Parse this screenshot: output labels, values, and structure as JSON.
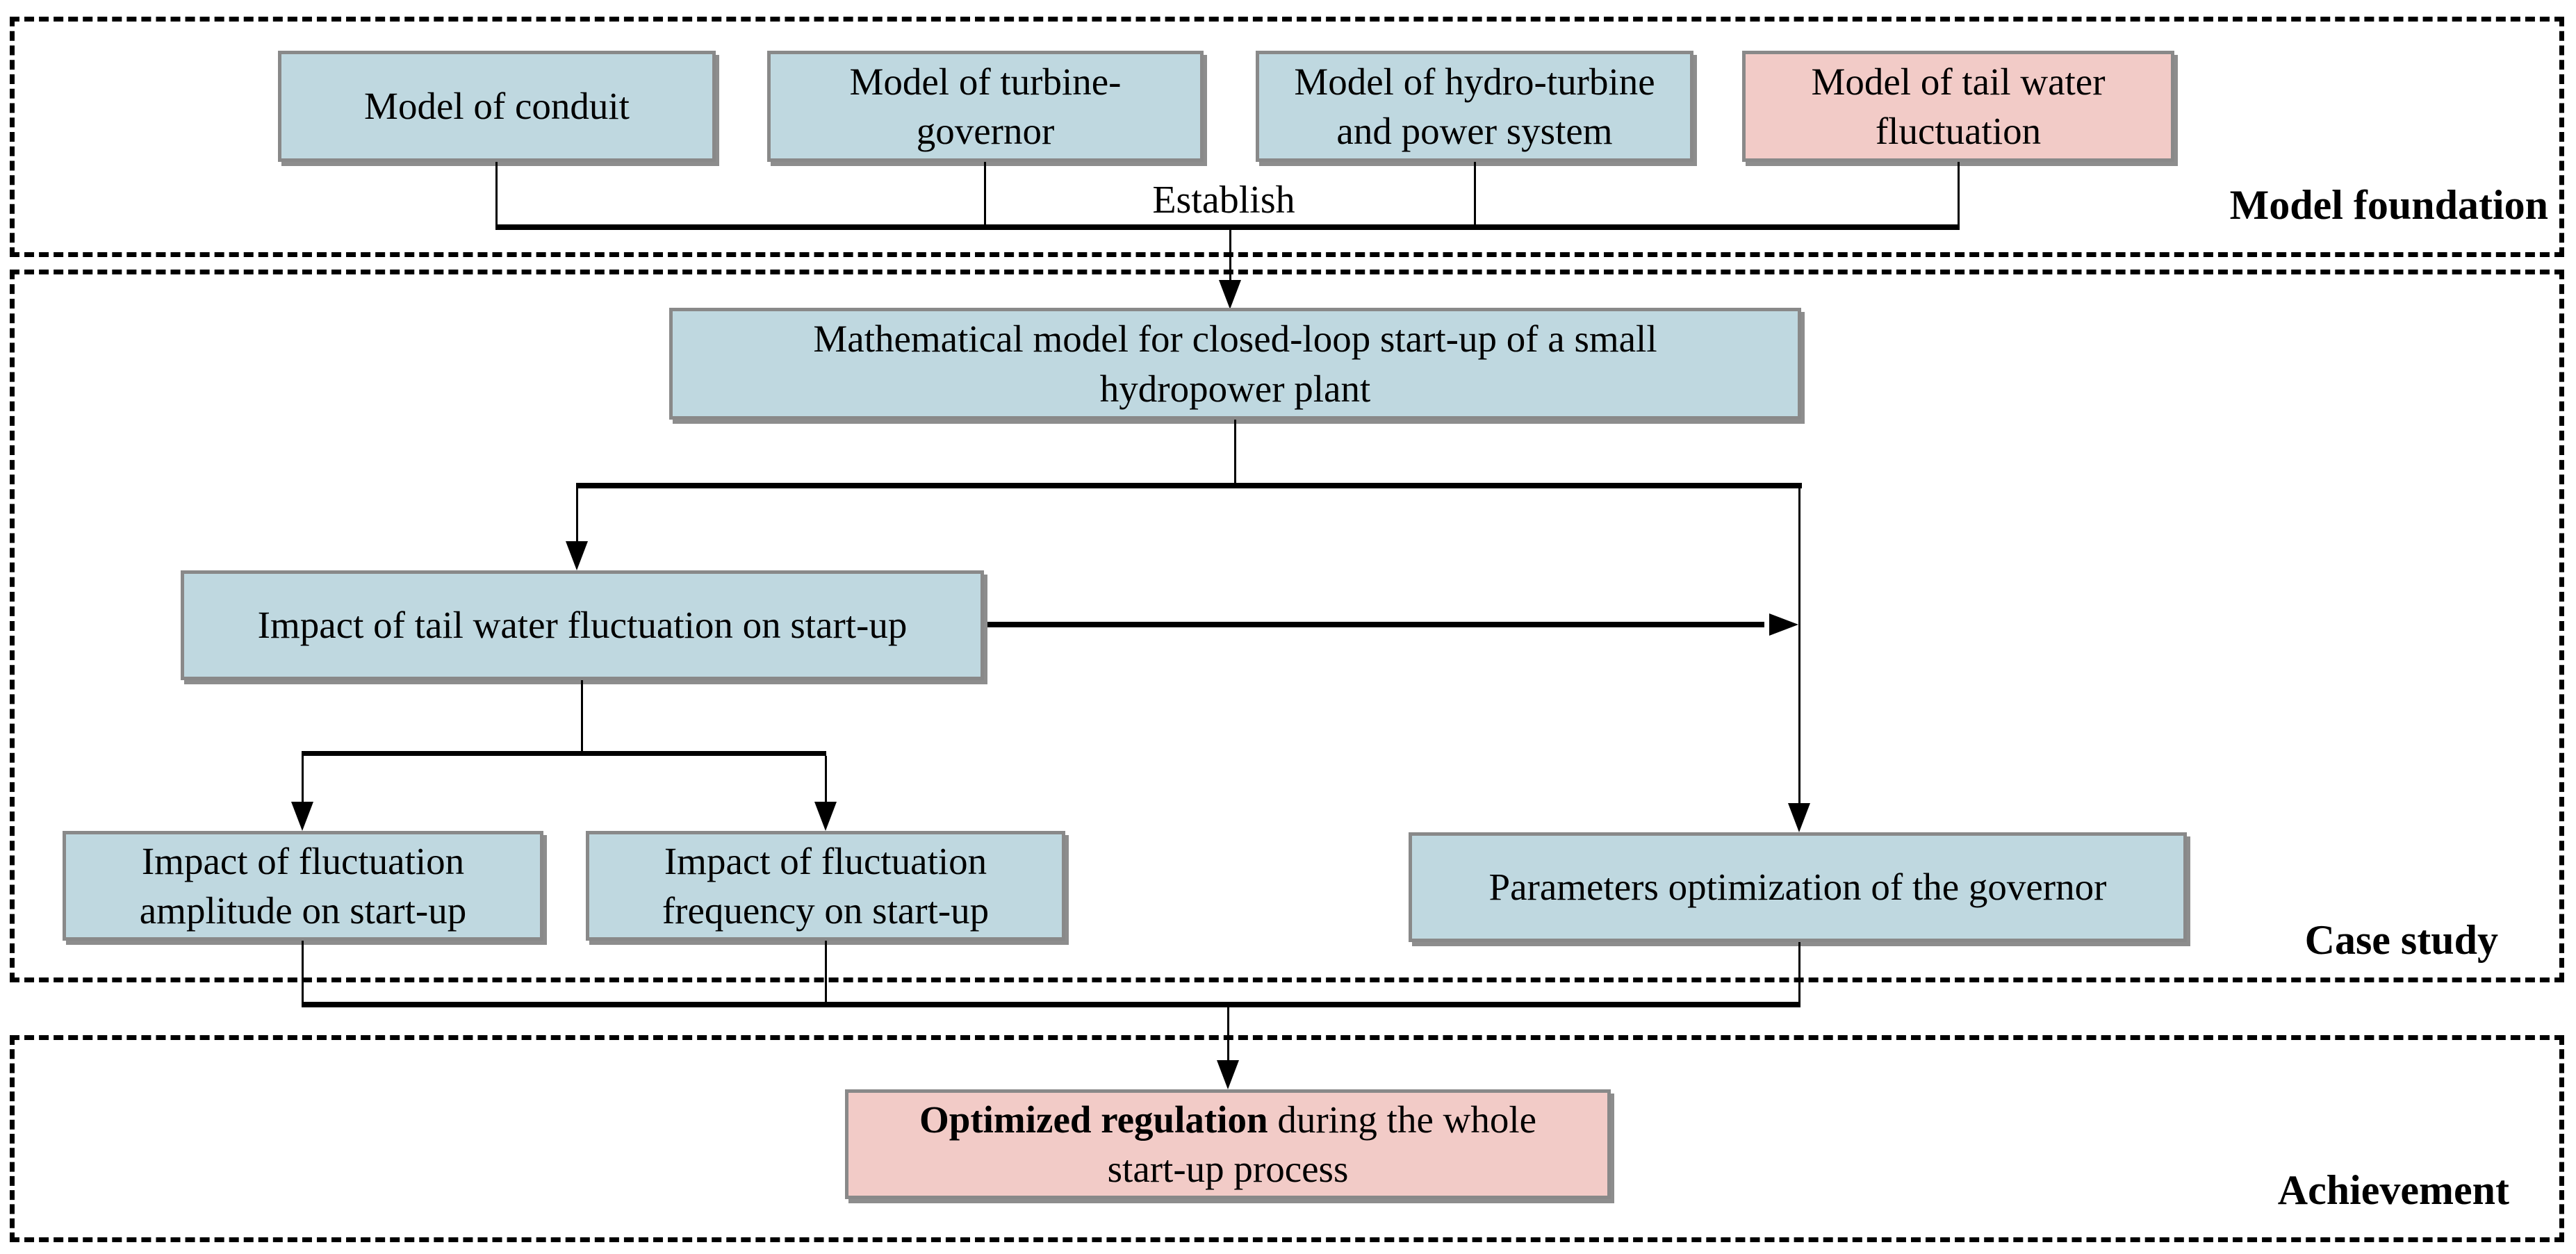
{
  "figure": {
    "type": "flowchart",
    "description": "Research framework flowchart for closed-loop start-up of a small hydropower plant"
  },
  "colors": {
    "model_box_fill": "#bfd8e0",
    "highlight_box_fill": "#f2cbc7",
    "box_border": "#898989",
    "connector": "#000000",
    "section_border": "#000000",
    "background": "#ffffff",
    "text": "#000000"
  },
  "sections": {
    "foundation": {
      "label": "Model foundation"
    },
    "case_study": {
      "label": "Case study"
    },
    "achievement": {
      "label": "Achievement"
    }
  },
  "nodes": {
    "conduit": {
      "label": "Model of conduit"
    },
    "turbine_governor": {
      "label": "Model of turbine-\ngovernor"
    },
    "hydro_turbine": {
      "label": "Model of hydro-turbine\nand power system"
    },
    "tail_water": {
      "label": "Model of tail water\nfluctuation"
    },
    "math_model": {
      "label": "Mathematical model for closed-loop start-up of a small\nhydropower plant"
    },
    "impact_tail_water": {
      "label": "Impact of tail water fluctuation on start-up"
    },
    "impact_amplitude": {
      "label": "Impact of fluctuation\namplitude on start-up"
    },
    "impact_frequency": {
      "label": "Impact of fluctuation\nfrequency on start-up"
    },
    "parameters_optimization": {
      "label": "Parameters optimization of the governor"
    },
    "optimized_regulation": {
      "label_bold": "Optimized regulation",
      "label_rest": " during the whole\nstart-up process"
    }
  },
  "edge_labels": {
    "establish": "Establish"
  }
}
